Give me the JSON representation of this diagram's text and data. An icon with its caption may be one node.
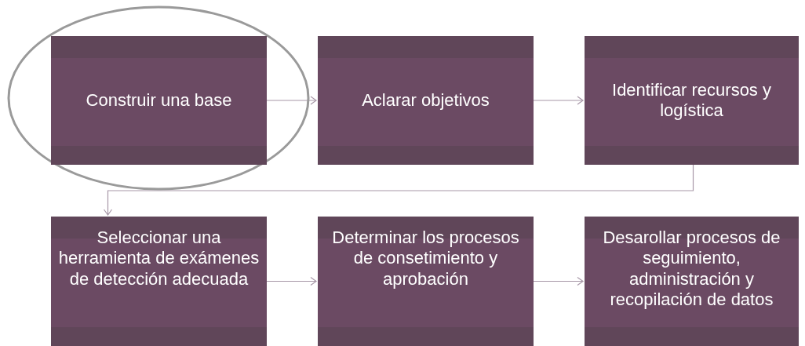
{
  "diagram": {
    "nodes": [
      {
        "text": [
          "Construir una base"
        ]
      },
      {
        "text": [
          "Aclarar objetivos"
        ]
      },
      {
        "text": [
          "Identificar recursos y logística"
        ]
      },
      {
        "text": [
          "Seleccionar una herramienta de exámenes de detección adecuada"
        ]
      },
      {
        "text": [
          "Determinar los procesos de consetimiento y aprobación"
        ]
      },
      {
        "text": [
          "Desarollar procesos de seguimiento, administración y recopilación de datos"
        ]
      }
    ],
    "edges": [
      {
        "from": 0,
        "to": 1,
        "arrow": "to"
      },
      {
        "from": 1,
        "to": 2,
        "arrow": "to"
      },
      {
        "from": 2,
        "to": 3,
        "arrow": "to"
      },
      {
        "from": 3,
        "to": 4,
        "arrow": "to"
      },
      {
        "from": 4,
        "to": 5,
        "arrow": "to"
      }
    ]
  }
}
